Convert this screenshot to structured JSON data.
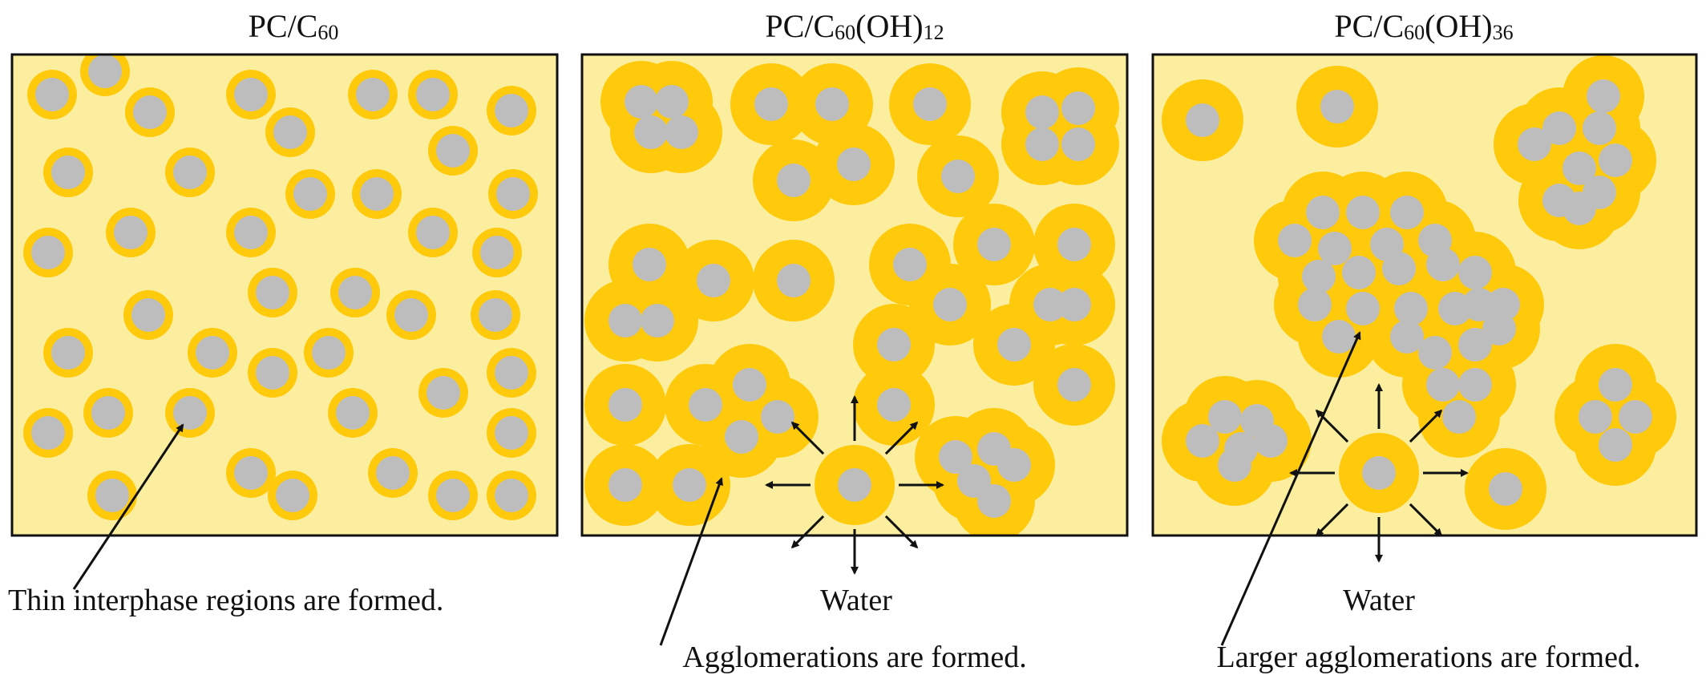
{
  "colors": {
    "matrix": "#FBEE9E",
    "interphase": "#FFCA0C",
    "particle": "#BDBDBD",
    "outline": "#111111"
  },
  "panels": [
    {
      "title_main": "PC/C",
      "title_sub": "60",
      "title_tail": "",
      "title_tail_sub": "",
      "caption": "Thin interphase regions are formed."
    },
    {
      "title_main": "PC/C",
      "title_sub": "60",
      "title_tail": "(OH)",
      "title_tail_sub": "12",
      "water": "Water",
      "caption": "Agglomerations are formed."
    },
    {
      "title_main": "PC/C",
      "title_sub": "60",
      "title_tail": "(OH)",
      "title_tail_sub": "36",
      "water": "Water",
      "caption": "Larger agglomerations are formed."
    }
  ]
}
